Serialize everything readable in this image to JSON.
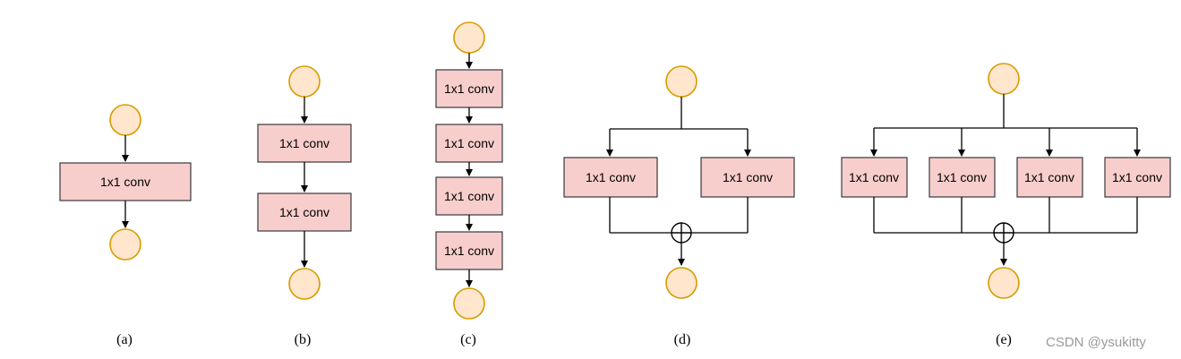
{
  "box_label": "1x1 conv",
  "captions": [
    "(a)",
    "(b)",
    "(c)",
    "(d)",
    "(e)"
  ],
  "watermark": "CSDN @ysukitty",
  "colors": {
    "node_fill": "#ffe6cc",
    "node_stroke": "#d79b00",
    "box_fill": "#f8cecc",
    "box_stroke": "#36393d"
  },
  "panels": [
    {
      "id": "a",
      "layout": "serial",
      "conv_count": 1
    },
    {
      "id": "b",
      "layout": "serial",
      "conv_count": 2
    },
    {
      "id": "c",
      "layout": "serial",
      "conv_count": 4
    },
    {
      "id": "d",
      "layout": "parallel-sum",
      "conv_count": 2
    },
    {
      "id": "e",
      "layout": "parallel-sum",
      "conv_count": 4
    }
  ]
}
